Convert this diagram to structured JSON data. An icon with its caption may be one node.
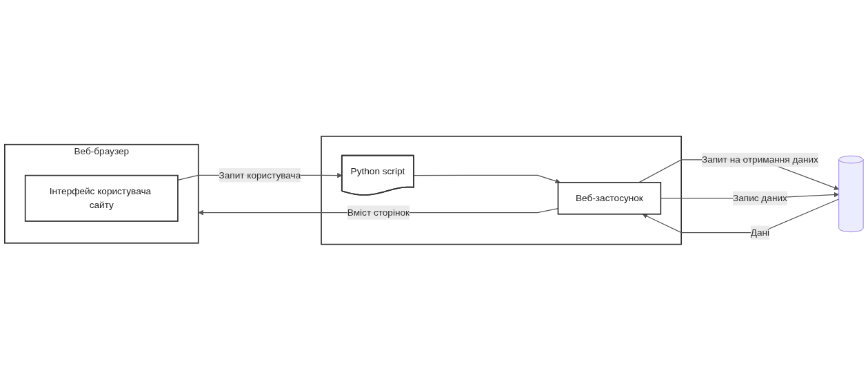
{
  "diagram": {
    "nodes": [
      {
        "text": [
          "Веб-браузер"
        ]
      },
      {
        "text": [
          "Інтерфейс користувача сайту"
        ],
        "in": 0
      },
      {
        "text": [],
        "shape": "box"
      },
      {
        "text": [
          "Веб-застосунок"
        ],
        "in": 2
      },
      {
        "text": [
          "Python script"
        ],
        "in": 2
      },
      {
        "text": [],
        "shape": "cylinder"
      }
    ],
    "edges": [
      {
        "from": 3,
        "to": 0,
        "arrow": "to",
        "label": "Вміст сторінок"
      },
      {
        "from": 1,
        "to": 4,
        "arrow": "to",
        "label": "Запит користувача"
      },
      {
        "from": 4,
        "to": 3,
        "arrow": "to"
      },
      {
        "from": 3,
        "to": 5,
        "arrow": "to",
        "label": "Запит на отримання даних"
      },
      {
        "from": 5,
        "to": 3,
        "arrow": "to",
        "label": "Дані"
      },
      {
        "from": 3,
        "to": 5,
        "arrow": "to",
        "label": "Запис даних"
      }
    ]
  }
}
